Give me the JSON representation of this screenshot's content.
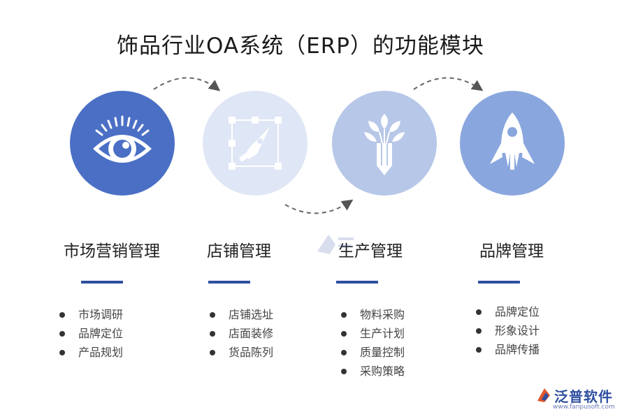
{
  "title": "饰品行业OA系统（ERP）的功能模块",
  "colors": {
    "circle1": "#4a6fc5",
    "circle2": "#dfe6f5",
    "circle3": "#b7c7e8",
    "circle4": "#8aa6de",
    "underline": "#2f4fa0"
  },
  "modules": [
    {
      "icon": "eye-icon",
      "title": "市场营销管理",
      "items": [
        "市场调研",
        "品牌定位",
        "产品规划"
      ]
    },
    {
      "icon": "pen-tool-icon",
      "title": "店铺管理",
      "items": [
        "店铺选址",
        "店面装修",
        "货品陈列"
      ]
    },
    {
      "icon": "plant-pencil-icon",
      "title": "生产管理",
      "items": [
        "物料采购",
        "生产计划",
        "质量控制",
        "采购策略"
      ]
    },
    {
      "icon": "rocket-icon",
      "title": "品牌管理",
      "items": [
        "品牌定位",
        "形象设计",
        "品牌传播"
      ]
    }
  ],
  "logo": {
    "name": "泛普软件",
    "url": "www.fanpusoft.com"
  }
}
